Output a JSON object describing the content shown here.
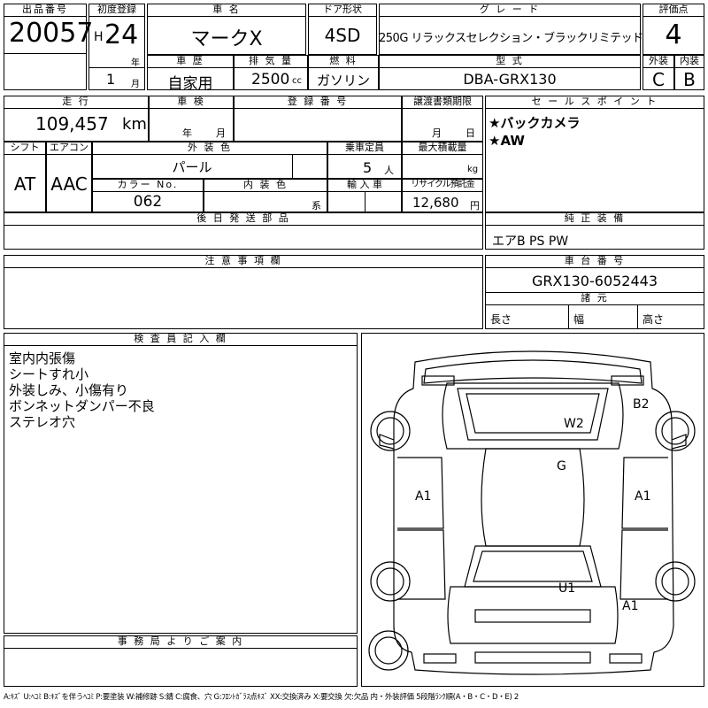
{
  "lot": {
    "label": "出品番号",
    "value": "20057"
  },
  "first_reg": {
    "label": "初度登録",
    "era": "H",
    "year": "24",
    "year_unit": "年",
    "month": "1",
    "month_unit": "月"
  },
  "car_name": {
    "label": "車 名",
    "value": "マークX"
  },
  "door_type": {
    "label": "ドア形状",
    "value": "4SD"
  },
  "grade": {
    "label": "グ レ ー ド",
    "value": "250G リラックスセレクション・ブラックリミテッド"
  },
  "score": {
    "label": "評価点",
    "value": "4"
  },
  "history": {
    "label": "車 歴",
    "value": "自家用"
  },
  "displacement": {
    "label": "排 気 量",
    "value": "2500",
    "unit": "cc"
  },
  "fuel": {
    "label": "燃 料",
    "value": "ガソリン"
  },
  "model_code": {
    "label": "型 式",
    "value": "DBA-GRX130"
  },
  "ext_score": {
    "label": "外装",
    "value": "C"
  },
  "int_score": {
    "label": "内装",
    "value": "B"
  },
  "mileage": {
    "label": "走 行",
    "value": "109,457",
    "unit": "km"
  },
  "inspection": {
    "label": "車 検",
    "year_unit": "年",
    "month_unit": "月"
  },
  "reg_number": {
    "label": "登 録 番 号"
  },
  "transfer_deadline": {
    "label": "譲渡書類期限",
    "month_unit": "月",
    "day_unit": "日"
  },
  "sales_points": {
    "label": "セ ー ル ス ポ イ ン ト",
    "items": [
      "★バックカメラ",
      "★AW"
    ]
  },
  "shift": {
    "label": "シフト",
    "value": "AT"
  },
  "aircon": {
    "label": "エアコン",
    "value": "AAC"
  },
  "exterior_color": {
    "label": "外 装 色",
    "value": "パール"
  },
  "capacity": {
    "label": "乗車定員",
    "value": "5",
    "unit": "人"
  },
  "max_load": {
    "label": "最大積載量",
    "unit": "kg"
  },
  "color_no": {
    "label": "カラー No.",
    "value": "062"
  },
  "interior_color": {
    "label": "内 装 色",
    "unit": "系"
  },
  "import": {
    "label": "輸 入 車"
  },
  "recycle": {
    "label": "リサイクル預託金",
    "value": "12,680",
    "unit": "円"
  },
  "later_parts": {
    "label": "後 日 発 送 部 品"
  },
  "genuine_equip": {
    "label": "純 正 装 備",
    "value": "エアB PS PW"
  },
  "notes": {
    "label": "注 意 事 項 欄"
  },
  "chassis_no": {
    "label": "車 台 番 号",
    "value": "GRX130-6052443"
  },
  "dimensions": {
    "label": "諸 元",
    "length": "長さ",
    "width": "幅",
    "height": "高さ"
  },
  "inspector": {
    "label": "検 査 員 記 入 欄",
    "lines": [
      "室内内張傷",
      "シートすれ小",
      "外装しみ、小傷有り",
      "ボンネットダンパー不良",
      "ステレオ穴"
    ]
  },
  "office": {
    "label": "事 務 局 よ り ご 案 内"
  },
  "legend": "A:ｷｽﾞ U:ﾍｺﾐ B:ｷｽﾞを伴うﾍｺﾐ P:要塗装 W:補修跡 S:錆 C:腐食、穴 G:ﾌﾛﾝﾄｶﾞﾗｽ点ｷｽﾞ XX:交換済み X:要交換 欠:欠品 内・外装評価 5段階ﾗﾝｸ順(A・B・C・D・E) 2",
  "diagram_marks": {
    "w2": "W2",
    "b2": "B2",
    "g": "G",
    "a1_left": "A1",
    "a1_right": "A1",
    "u1": "U1",
    "a1_rear": "A1"
  }
}
